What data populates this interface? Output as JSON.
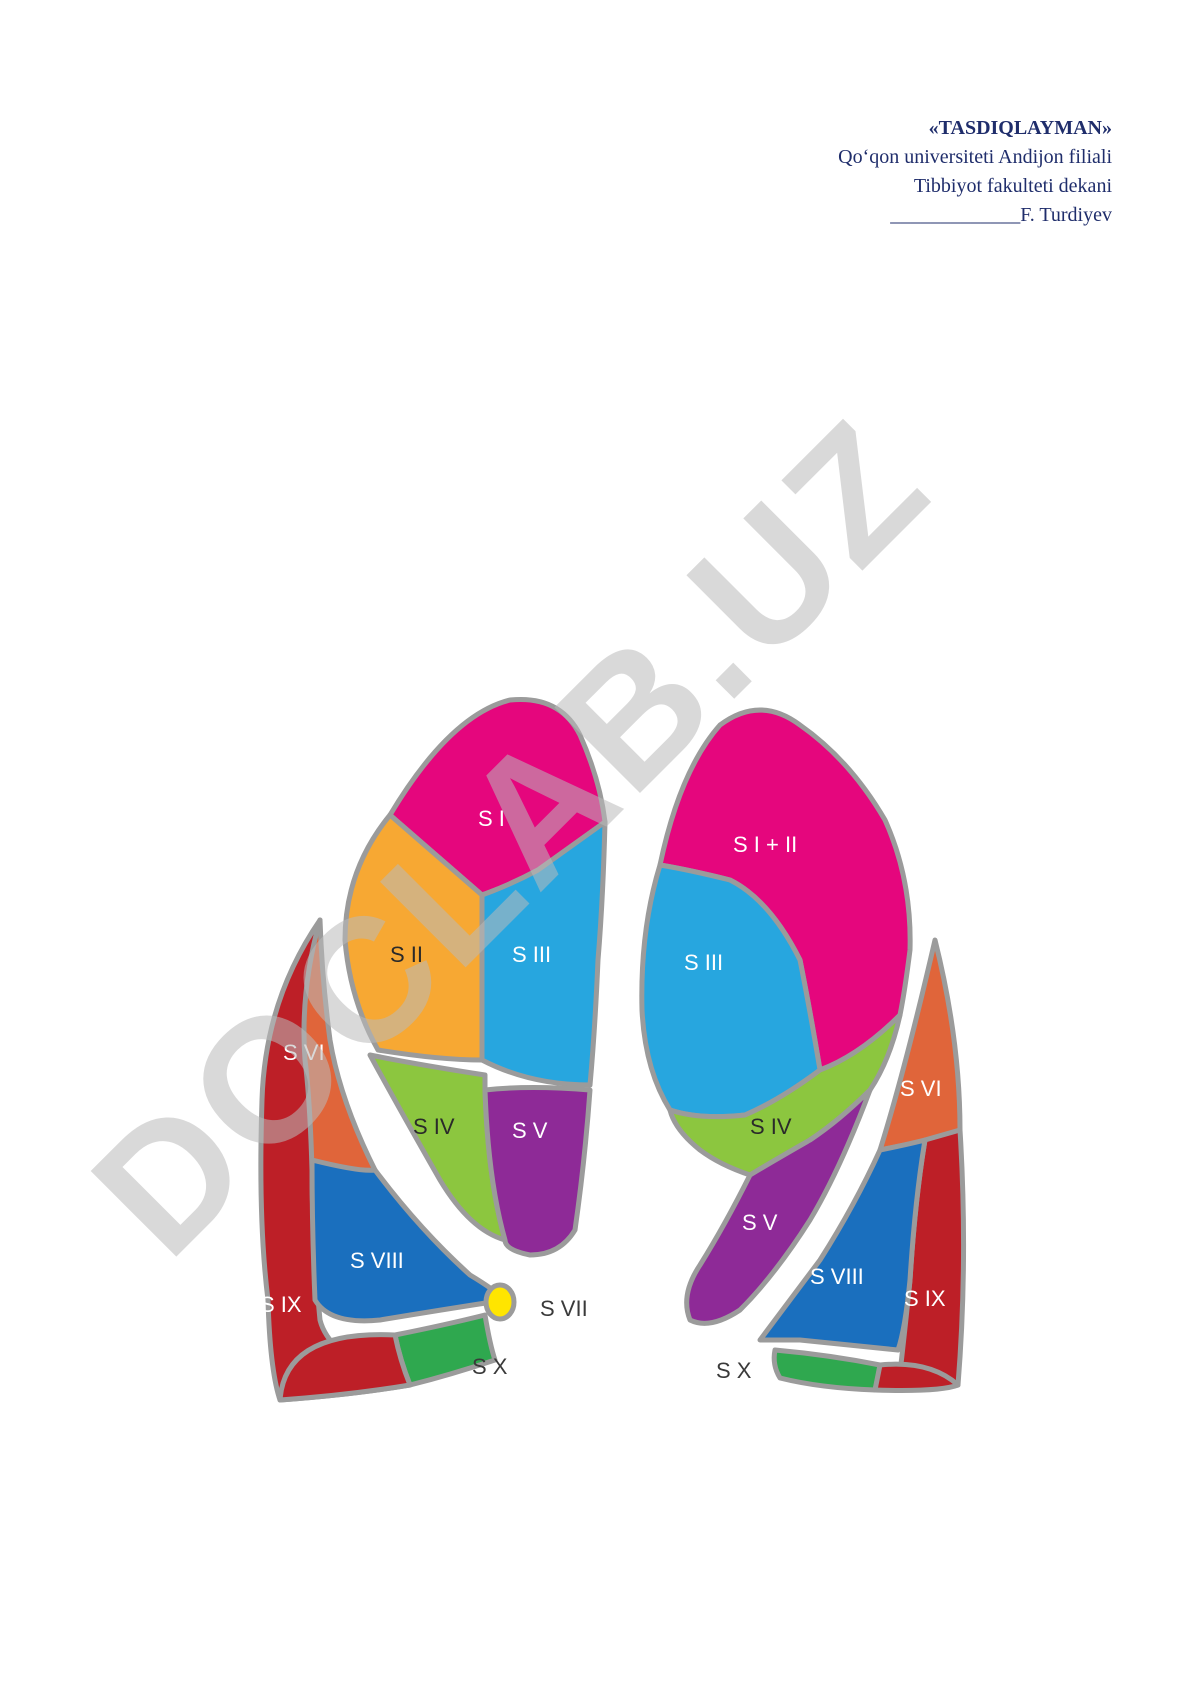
{
  "approval": {
    "title": "«TASDIQLAYMAN»",
    "line1": "Qo‘qon universiteti Andijon filiali",
    "line2": "Tibbiyot fakulteti dekani",
    "line3": "_____________F. Turdiyev"
  },
  "figure": {
    "right_lung": {
      "s1": "S I",
      "s2": "S II",
      "s3": "S III",
      "s4": "S IV",
      "s5": "S V",
      "s6": "S VI",
      "s7": "S VII",
      "s8": "S VIII",
      "s9": "S IX",
      "s10": "S X"
    },
    "left_lung": {
      "s12": "S I + II",
      "s3": "S III",
      "s4": "S IV",
      "s5": "S V",
      "s6": "S VI",
      "s8": "S VIII",
      "s9": "S IX",
      "s10": "S X"
    }
  },
  "watermark": "DOCLAB.UZ",
  "colors": {
    "magenta": "#e5067d",
    "orange": "#f7a833",
    "sky": "#27a6df",
    "lime": "#8cc63f",
    "purple": "#8e2a97",
    "coral": "#e0653a",
    "crimson": "#bd1f27",
    "blue": "#1a6fbe",
    "green": "#2fa84f",
    "yellow": "#ffe500",
    "outline": "#9b9b9b",
    "text": "#1f2d6b"
  }
}
